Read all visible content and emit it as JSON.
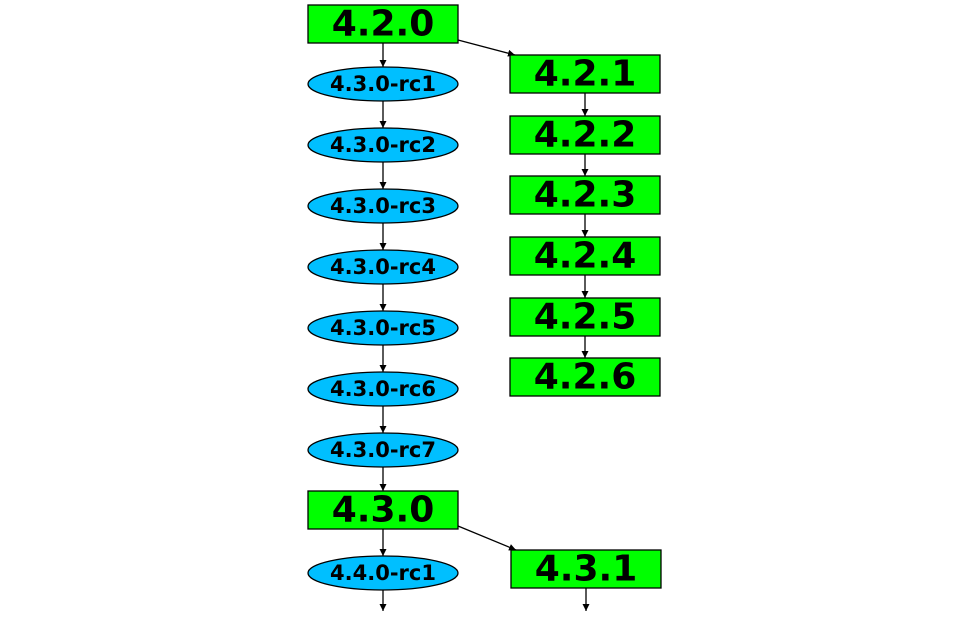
{
  "colors": {
    "release_fill": "#00ff00",
    "rc_fill": "#00bfff",
    "stroke": "#000000"
  },
  "nodes": [
    {
      "id": "v420",
      "label": "4.2.0",
      "kind": "release"
    },
    {
      "id": "v430rc1",
      "label": "4.3.0-rc1",
      "kind": "rc"
    },
    {
      "id": "v430rc2",
      "label": "4.3.0-rc2",
      "kind": "rc"
    },
    {
      "id": "v430rc3",
      "label": "4.3.0-rc3",
      "kind": "rc"
    },
    {
      "id": "v430rc4",
      "label": "4.3.0-rc4",
      "kind": "rc"
    },
    {
      "id": "v430rc5",
      "label": "4.3.0-rc5",
      "kind": "rc"
    },
    {
      "id": "v430rc6",
      "label": "4.3.0-rc6",
      "kind": "rc"
    },
    {
      "id": "v430rc7",
      "label": "4.3.0-rc7",
      "kind": "rc"
    },
    {
      "id": "v430",
      "label": "4.3.0",
      "kind": "release"
    },
    {
      "id": "v440rc1",
      "label": "4.4.0-rc1",
      "kind": "rc"
    },
    {
      "id": "v421",
      "label": "4.2.1",
      "kind": "release"
    },
    {
      "id": "v422",
      "label": "4.2.2",
      "kind": "release"
    },
    {
      "id": "v423",
      "label": "4.2.3",
      "kind": "release"
    },
    {
      "id": "v424",
      "label": "4.2.4",
      "kind": "release"
    },
    {
      "id": "v425",
      "label": "4.2.5",
      "kind": "release"
    },
    {
      "id": "v426",
      "label": "4.2.6",
      "kind": "release"
    },
    {
      "id": "v431",
      "label": "4.3.1",
      "kind": "release"
    }
  ],
  "edges": [
    {
      "from": "v420",
      "to": "v430rc1"
    },
    {
      "from": "v430rc1",
      "to": "v430rc2"
    },
    {
      "from": "v430rc2",
      "to": "v430rc3"
    },
    {
      "from": "v430rc3",
      "to": "v430rc4"
    },
    {
      "from": "v430rc4",
      "to": "v430rc5"
    },
    {
      "from": "v430rc5",
      "to": "v430rc6"
    },
    {
      "from": "v430rc6",
      "to": "v430rc7"
    },
    {
      "from": "v430rc7",
      "to": "v430"
    },
    {
      "from": "v430",
      "to": "v440rc1"
    },
    {
      "from": "v440rc1",
      "to": null
    },
    {
      "from": "v420",
      "to": "v421"
    },
    {
      "from": "v421",
      "to": "v422"
    },
    {
      "from": "v422",
      "to": "v423"
    },
    {
      "from": "v423",
      "to": "v424"
    },
    {
      "from": "v424",
      "to": "v425"
    },
    {
      "from": "v425",
      "to": "v426"
    },
    {
      "from": "v430",
      "to": "v431"
    },
    {
      "from": "v431",
      "to": null
    }
  ]
}
